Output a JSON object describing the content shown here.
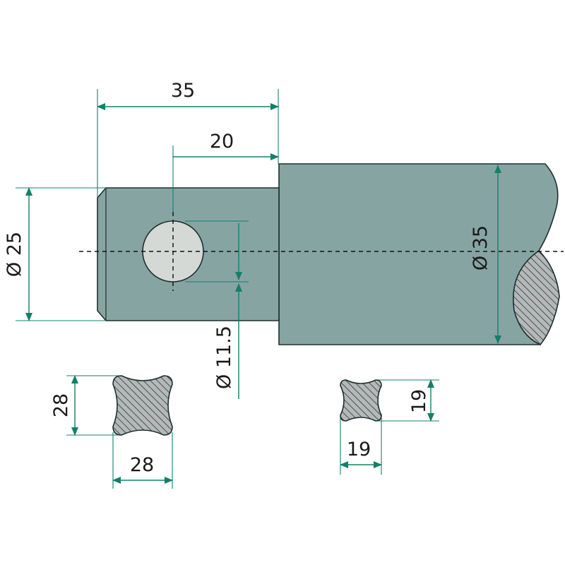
{
  "drawing": {
    "colors": {
      "shaft_fill": "#86a5a2",
      "shaft_stroke": "#1e2e2e",
      "hole_fill": "#d4d9d6",
      "section_fill": "#b3b9b8",
      "hatch": "#333333",
      "dim_line": "#138068",
      "text": "#1a1a1a",
      "center_line": "#111111"
    },
    "dimensions": {
      "overall_length": "35",
      "hole_offset": "20",
      "small_diameter": "Ø 25",
      "large_diameter": "Ø 35",
      "hole_diameter": "Ø 11.5",
      "profile_large_height": "28",
      "profile_large_width": "28",
      "profile_small_height": "19",
      "profile_small_width": "19"
    }
  }
}
